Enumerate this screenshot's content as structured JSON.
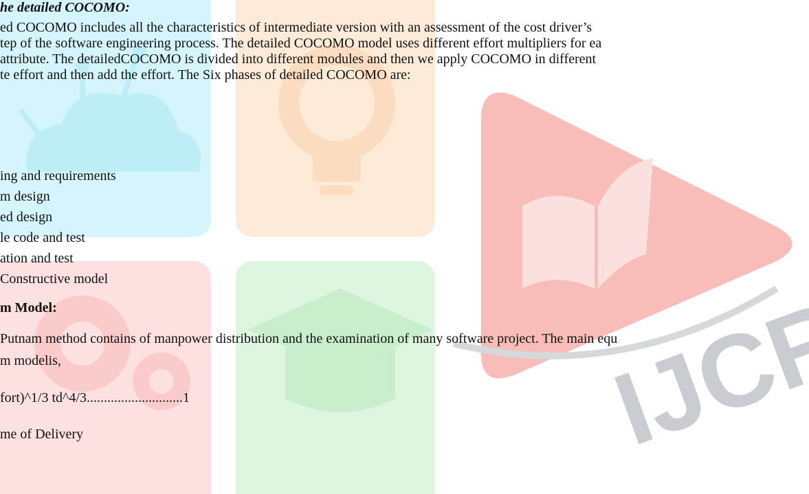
{
  "heading_detailed": "he detailed COCOMO:",
  "paragraph_lines": [
    "ed COCOMO includes all the characteristics of intermediate version with an assessment of the cost driver’s",
    "tep of the software engineering process. The detailed COCOMO model uses different effort multipliers for ea",
    " attribute. The detailedCOCOMO is divided into different modules and then we apply COCOMO in different",
    "te effort and then  add the effort. The Six phases of detailed COCOMO are:"
  ],
  "phases": [
    "ing and requirements",
    "m design",
    "ed design",
    "le code and test",
    "ation and test",
    "Constructive model"
  ],
  "heading_putnam": "m Model:",
  "putnam_lines": [
    "Putnam method contains of manpower distribution and the examination of many software project. The main equ",
    "m modelis,"
  ],
  "equation": "fort)^1/3 td^4/3............................1",
  "definition": "me of Delivery",
  "watermark": {
    "text": "IJCRT",
    "colors": {
      "cyan": "#d4f5fb",
      "orange": "#fdebd8",
      "pink": "#fde0e0",
      "green": "#def6df",
      "red": "#f8bdb8",
      "text_gray": "#c9cdd2"
    },
    "icons": [
      "cloud-circuit-icon",
      "light-bulb-icon",
      "gear-icon",
      "graduation-cap-icon",
      "book-play-icon"
    ]
  }
}
